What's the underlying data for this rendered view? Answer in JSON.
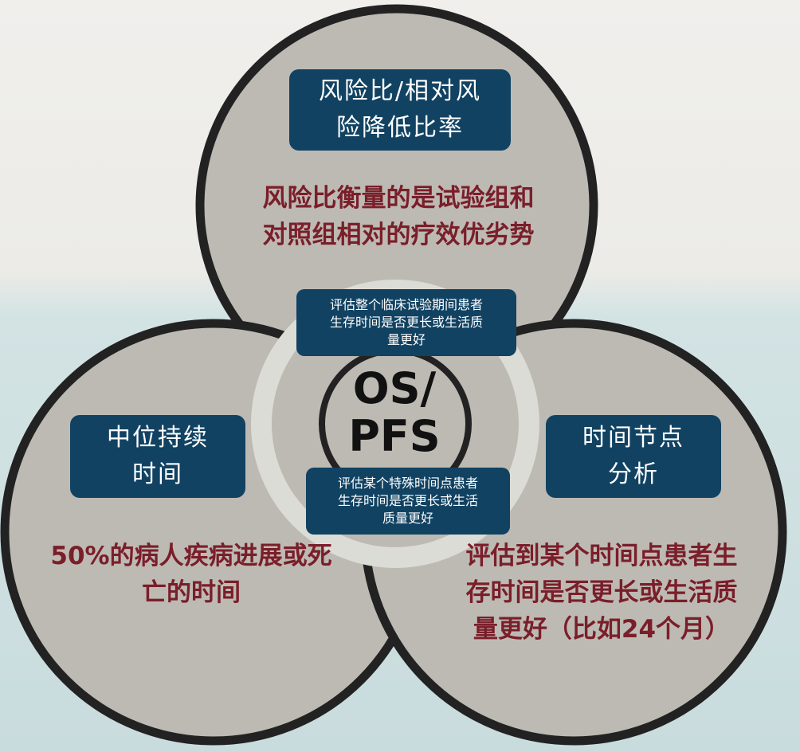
{
  "center": {
    "label": "OS/\nPFS"
  },
  "top_circle": {
    "title": "风险比/相对风\n险降低比率",
    "description": "风险比衡量的是试验组和\n对照组相对的疗效优劣势"
  },
  "left_circle": {
    "title": "中位持续\n时间",
    "description": "50%的病人疾病进展或死\n亡的时间"
  },
  "right_circle": {
    "title": "时间节点\n分析",
    "description": "评估到某个时间点患者生\n存时间是否更长或生活质\n量更好（比如24个月）"
  },
  "inner_top_box": {
    "text": "评估整个临床试验期间患者\n生存时间是否更长或生活质\n量更好"
  },
  "inner_bottom_box": {
    "text": "评估某个特殊时间点患者\n生存时间是否更长或生活\n质量更好"
  },
  "colors": {
    "circle_fill": "#bdbab3",
    "circle_stroke": "#222222",
    "box_fill": "#114262",
    "text_red": "#7a1e2a",
    "background_top": "#f0efec",
    "background_bottom": "#cfe2e3"
  }
}
